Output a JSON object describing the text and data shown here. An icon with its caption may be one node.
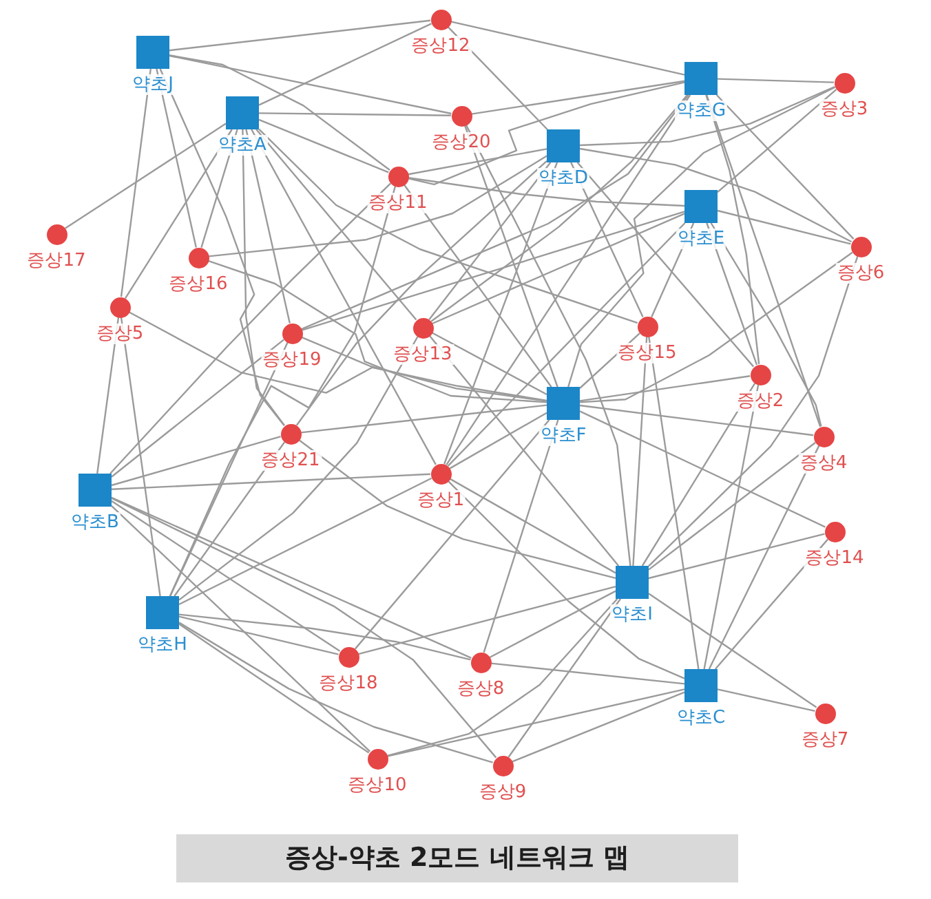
{
  "diagram": {
    "caption": "증상-약초 2모드 네트워크 맵",
    "nodes": [
      {
        "text": [
          "증상12"
        ]
      },
      {
        "text": [
          "약초J"
        ]
      },
      {
        "text": [
          "약초G"
        ]
      },
      {
        "text": [
          "증상3"
        ]
      },
      {
        "text": [
          "약초A"
        ]
      },
      {
        "text": [
          "증상20"
        ]
      },
      {
        "text": [
          "약초D"
        ]
      },
      {
        "text": [
          "증상11"
        ]
      },
      {
        "text": [
          "약초E"
        ]
      },
      {
        "text": [
          "증상17"
        ]
      },
      {
        "text": [
          "증상6"
        ]
      },
      {
        "text": [
          "증상16"
        ]
      },
      {
        "text": [
          "증상5"
        ]
      },
      {
        "text": [
          "증상15"
        ]
      },
      {
        "text": [
          "증상13"
        ]
      },
      {
        "text": [
          "증상19"
        ]
      },
      {
        "text": [
          "증상2"
        ]
      },
      {
        "text": [
          "약초F"
        ]
      },
      {
        "text": [
          "증상21"
        ]
      },
      {
        "text": [
          "증상4"
        ]
      },
      {
        "text": [
          "증상1"
        ]
      },
      {
        "text": [
          "약초B"
        ]
      },
      {
        "text": [
          "증상14"
        ]
      },
      {
        "text": [
          "약초I"
        ]
      },
      {
        "text": [
          "약초H"
        ]
      },
      {
        "text": [
          "증상18"
        ]
      },
      {
        "text": [
          "증상8"
        ]
      },
      {
        "text": [
          "약초C"
        ]
      },
      {
        "text": [
          "증상7"
        ]
      },
      {
        "text": [
          "증상10"
        ]
      },
      {
        "text": [
          "증상9"
        ]
      }
    ],
    "edges": [
      {
        "from": 1,
        "to": 0,
        "arrow": "none"
      },
      {
        "from": 1,
        "to": 5,
        "arrow": "none"
      },
      {
        "from": 1,
        "to": 7,
        "arrow": "none"
      },
      {
        "from": 1,
        "to": 12,
        "arrow": "none"
      },
      {
        "from": 1,
        "to": 11,
        "arrow": "none"
      },
      {
        "from": 1,
        "to": 18,
        "arrow": "none"
      },
      {
        "from": 4,
        "to": 0,
        "arrow": "none"
      },
      {
        "from": 4,
        "to": 5,
        "arrow": "none"
      },
      {
        "from": 4,
        "to": 7,
        "arrow": "none"
      },
      {
        "from": 4,
        "to": 9,
        "arrow": "none"
      },
      {
        "from": 4,
        "to": 11,
        "arrow": "none"
      },
      {
        "from": 4,
        "to": 12,
        "arrow": "none"
      },
      {
        "from": 4,
        "to": 13,
        "arrow": "none"
      },
      {
        "from": 4,
        "to": 14,
        "arrow": "none"
      },
      {
        "from": 4,
        "to": 15,
        "arrow": "none"
      },
      {
        "from": 4,
        "to": 18,
        "arrow": "none"
      },
      {
        "from": 4,
        "to": 20,
        "arrow": "none"
      },
      {
        "from": 2,
        "to": 0,
        "arrow": "none"
      },
      {
        "from": 2,
        "to": 5,
        "arrow": "none"
      },
      {
        "from": 2,
        "to": 7,
        "arrow": "none"
      },
      {
        "from": 2,
        "to": 3,
        "arrow": "none"
      },
      {
        "from": 2,
        "to": 10,
        "arrow": "none"
      },
      {
        "from": 2,
        "to": 16,
        "arrow": "none"
      },
      {
        "from": 2,
        "to": 19,
        "arrow": "none"
      },
      {
        "from": 2,
        "to": 14,
        "arrow": "none"
      },
      {
        "from": 2,
        "to": 15,
        "arrow": "none"
      },
      {
        "from": 2,
        "to": 20,
        "arrow": "none"
      },
      {
        "from": 6,
        "to": 0,
        "arrow": "none"
      },
      {
        "from": 6,
        "to": 3,
        "arrow": "none"
      },
      {
        "from": 6,
        "to": 10,
        "arrow": "none"
      },
      {
        "from": 6,
        "to": 16,
        "arrow": "none"
      },
      {
        "from": 6,
        "to": 13,
        "arrow": "none"
      },
      {
        "from": 6,
        "to": 20,
        "arrow": "none"
      },
      {
        "from": 6,
        "to": 11,
        "arrow": "none"
      },
      {
        "from": 6,
        "to": 7,
        "arrow": "none"
      },
      {
        "from": 6,
        "to": 14,
        "arrow": "none"
      },
      {
        "from": 6,
        "to": 18,
        "arrow": "none"
      },
      {
        "from": 8,
        "to": 7,
        "arrow": "none"
      },
      {
        "from": 8,
        "to": 3,
        "arrow": "none"
      },
      {
        "from": 8,
        "to": 10,
        "arrow": "none"
      },
      {
        "from": 8,
        "to": 13,
        "arrow": "none"
      },
      {
        "from": 8,
        "to": 15,
        "arrow": "none"
      },
      {
        "from": 8,
        "to": 14,
        "arrow": "none"
      },
      {
        "from": 8,
        "to": 16,
        "arrow": "none"
      },
      {
        "from": 8,
        "to": 19,
        "arrow": "none"
      },
      {
        "from": 8,
        "to": 20,
        "arrow": "none"
      },
      {
        "from": 17,
        "to": 5,
        "arrow": "none"
      },
      {
        "from": 17,
        "to": 3,
        "arrow": "none"
      },
      {
        "from": 17,
        "to": 10,
        "arrow": "none"
      },
      {
        "from": 17,
        "to": 7,
        "arrow": "none"
      },
      {
        "from": 17,
        "to": 11,
        "arrow": "none"
      },
      {
        "from": 17,
        "to": 12,
        "arrow": "none"
      },
      {
        "from": 17,
        "to": 14,
        "arrow": "none"
      },
      {
        "from": 17,
        "to": 13,
        "arrow": "none"
      },
      {
        "from": 17,
        "to": 15,
        "arrow": "none"
      },
      {
        "from": 17,
        "to": 16,
        "arrow": "none"
      },
      {
        "from": 17,
        "to": 18,
        "arrow": "none"
      },
      {
        "from": 17,
        "to": 19,
        "arrow": "none"
      },
      {
        "from": 17,
        "to": 20,
        "arrow": "none"
      },
      {
        "from": 17,
        "to": 22,
        "arrow": "none"
      },
      {
        "from": 17,
        "to": 25,
        "arrow": "none"
      },
      {
        "from": 17,
        "to": 26,
        "arrow": "none"
      },
      {
        "from": 21,
        "to": 12,
        "arrow": "none"
      },
      {
        "from": 21,
        "to": 7,
        "arrow": "none"
      },
      {
        "from": 21,
        "to": 15,
        "arrow": "none"
      },
      {
        "from": 21,
        "to": 18,
        "arrow": "none"
      },
      {
        "from": 21,
        "to": 20,
        "arrow": "none"
      },
      {
        "from": 21,
        "to": 25,
        "arrow": "none"
      },
      {
        "from": 21,
        "to": 26,
        "arrow": "none"
      },
      {
        "from": 21,
        "to": 30,
        "arrow": "none"
      },
      {
        "from": 21,
        "to": 29,
        "arrow": "none"
      },
      {
        "from": 24,
        "to": 12,
        "arrow": "none"
      },
      {
        "from": 24,
        "to": 15,
        "arrow": "none"
      },
      {
        "from": 24,
        "to": 18,
        "arrow": "none"
      },
      {
        "from": 24,
        "to": 14,
        "arrow": "none"
      },
      {
        "from": 24,
        "to": 7,
        "arrow": "none"
      },
      {
        "from": 24,
        "to": 20,
        "arrow": "none"
      },
      {
        "from": 24,
        "to": 25,
        "arrow": "none"
      },
      {
        "from": 24,
        "to": 26,
        "arrow": "none"
      },
      {
        "from": 24,
        "to": 30,
        "arrow": "none"
      },
      {
        "from": 24,
        "to": 29,
        "arrow": "none"
      },
      {
        "from": 23,
        "to": 5,
        "arrow": "none"
      },
      {
        "from": 23,
        "to": 13,
        "arrow": "none"
      },
      {
        "from": 23,
        "to": 16,
        "arrow": "none"
      },
      {
        "from": 23,
        "to": 10,
        "arrow": "none"
      },
      {
        "from": 23,
        "to": 19,
        "arrow": "none"
      },
      {
        "from": 23,
        "to": 22,
        "arrow": "none"
      },
      {
        "from": 23,
        "to": 28,
        "arrow": "none"
      },
      {
        "from": 23,
        "to": 20,
        "arrow": "none"
      },
      {
        "from": 23,
        "to": 18,
        "arrow": "none"
      },
      {
        "from": 23,
        "to": 25,
        "arrow": "none"
      },
      {
        "from": 23,
        "to": 26,
        "arrow": "none"
      },
      {
        "from": 23,
        "to": 30,
        "arrow": "none"
      },
      {
        "from": 23,
        "to": 29,
        "arrow": "none"
      },
      {
        "from": 23,
        "to": 14,
        "arrow": "none"
      },
      {
        "from": 27,
        "to": 13,
        "arrow": "none"
      },
      {
        "from": 27,
        "to": 16,
        "arrow": "none"
      },
      {
        "from": 27,
        "to": 19,
        "arrow": "none"
      },
      {
        "from": 27,
        "to": 22,
        "arrow": "none"
      },
      {
        "from": 27,
        "to": 28,
        "arrow": "none"
      },
      {
        "from": 27,
        "to": 20,
        "arrow": "none"
      },
      {
        "from": 27,
        "to": 26,
        "arrow": "none"
      },
      {
        "from": 27,
        "to": 30,
        "arrow": "none"
      },
      {
        "from": 27,
        "to": 29,
        "arrow": "none"
      }
    ]
  }
}
